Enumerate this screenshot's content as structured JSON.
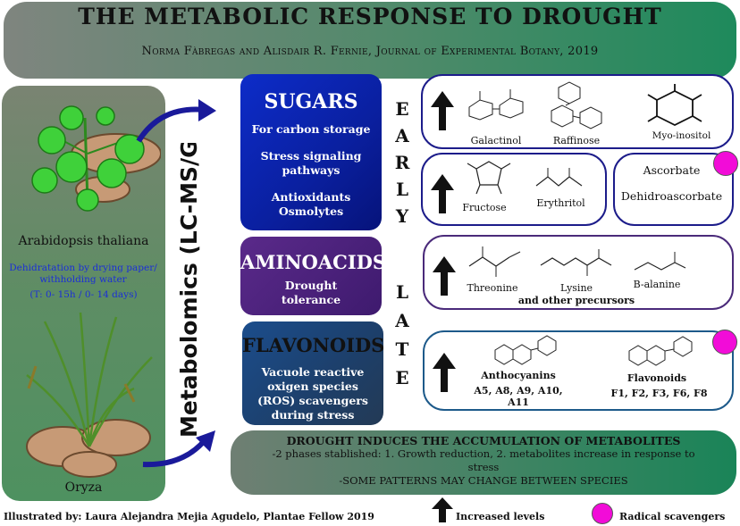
{
  "header": {
    "title": "THE METABOLIC RESPONSE TO DROUGHT",
    "subtitle": "Norma Fàbregas and Alisdair R. Fernie, Journal of Experimental Botany, 2019"
  },
  "left_panel": {
    "plant1": "Arabidopsis thaliana",
    "method": "Dehidratation by drying paper/ withholding water",
    "timing": "(T: 0- 15h / 0- 14 days)",
    "plant2": "Oryza"
  },
  "technique": "Metabolomics (LC-MS/GC-MS)",
  "phases": {
    "early": "EARLY",
    "late": "LATE"
  },
  "sugars": {
    "title": "SUGARS",
    "item1": "For carbon storage",
    "item2": "Stress signaling pathways",
    "item3": "Antioxidants Osmolytes"
  },
  "aminoacids": {
    "title": "AMINOACIDS",
    "item1": "Drought tolerance"
  },
  "flavonoids": {
    "title": "FLAVONOIDS",
    "item1": "Vacuole reactive oxigen species (ROS) scavengers during stress"
  },
  "molecules": {
    "galactinol": "Galactinol",
    "raffinose": "Raffinose",
    "myoinositol": "Myo-inositol",
    "fructose": "Fructose",
    "erythritol": "Erythritol",
    "ascorbate": "Ascorbate",
    "dehidroascorbate": "Dehidroascorbate",
    "threonine": "Threonine",
    "lysine": "Lysine",
    "balanine": "B-alanine",
    "other": "and other precursors",
    "anthocyanins": "Anthocyanins",
    "anthocyanins_list": "A5, A8, A9, A10, A11",
    "flavonoids": "Flavonoids",
    "flavonoids_list": "F1, F2, F3, F6, F8"
  },
  "summary": {
    "line1": "DROUGHT INDUCES THE ACCUMULATION OF METABOLITES",
    "line2": "-2 phases stablished: 1. Growth reduction, 2. metabolites increase in response to stress",
    "line3": "-SOME PATTERNS MAY CHANGE BETWEEN SPECIES"
  },
  "footer": {
    "credit": "Illustrated by: Laura Alejandra Mejia Agudelo, Plantae Fellow 2019",
    "legend_up": "Increased levels",
    "legend_dot": "Radical scavengers"
  },
  "colors": {
    "sugar_panel": "#1c1c8a",
    "amino_panel": "#4a2a7a",
    "flavo_panel": "#1d5a8a",
    "scavenger": "#f20cd8"
  }
}
